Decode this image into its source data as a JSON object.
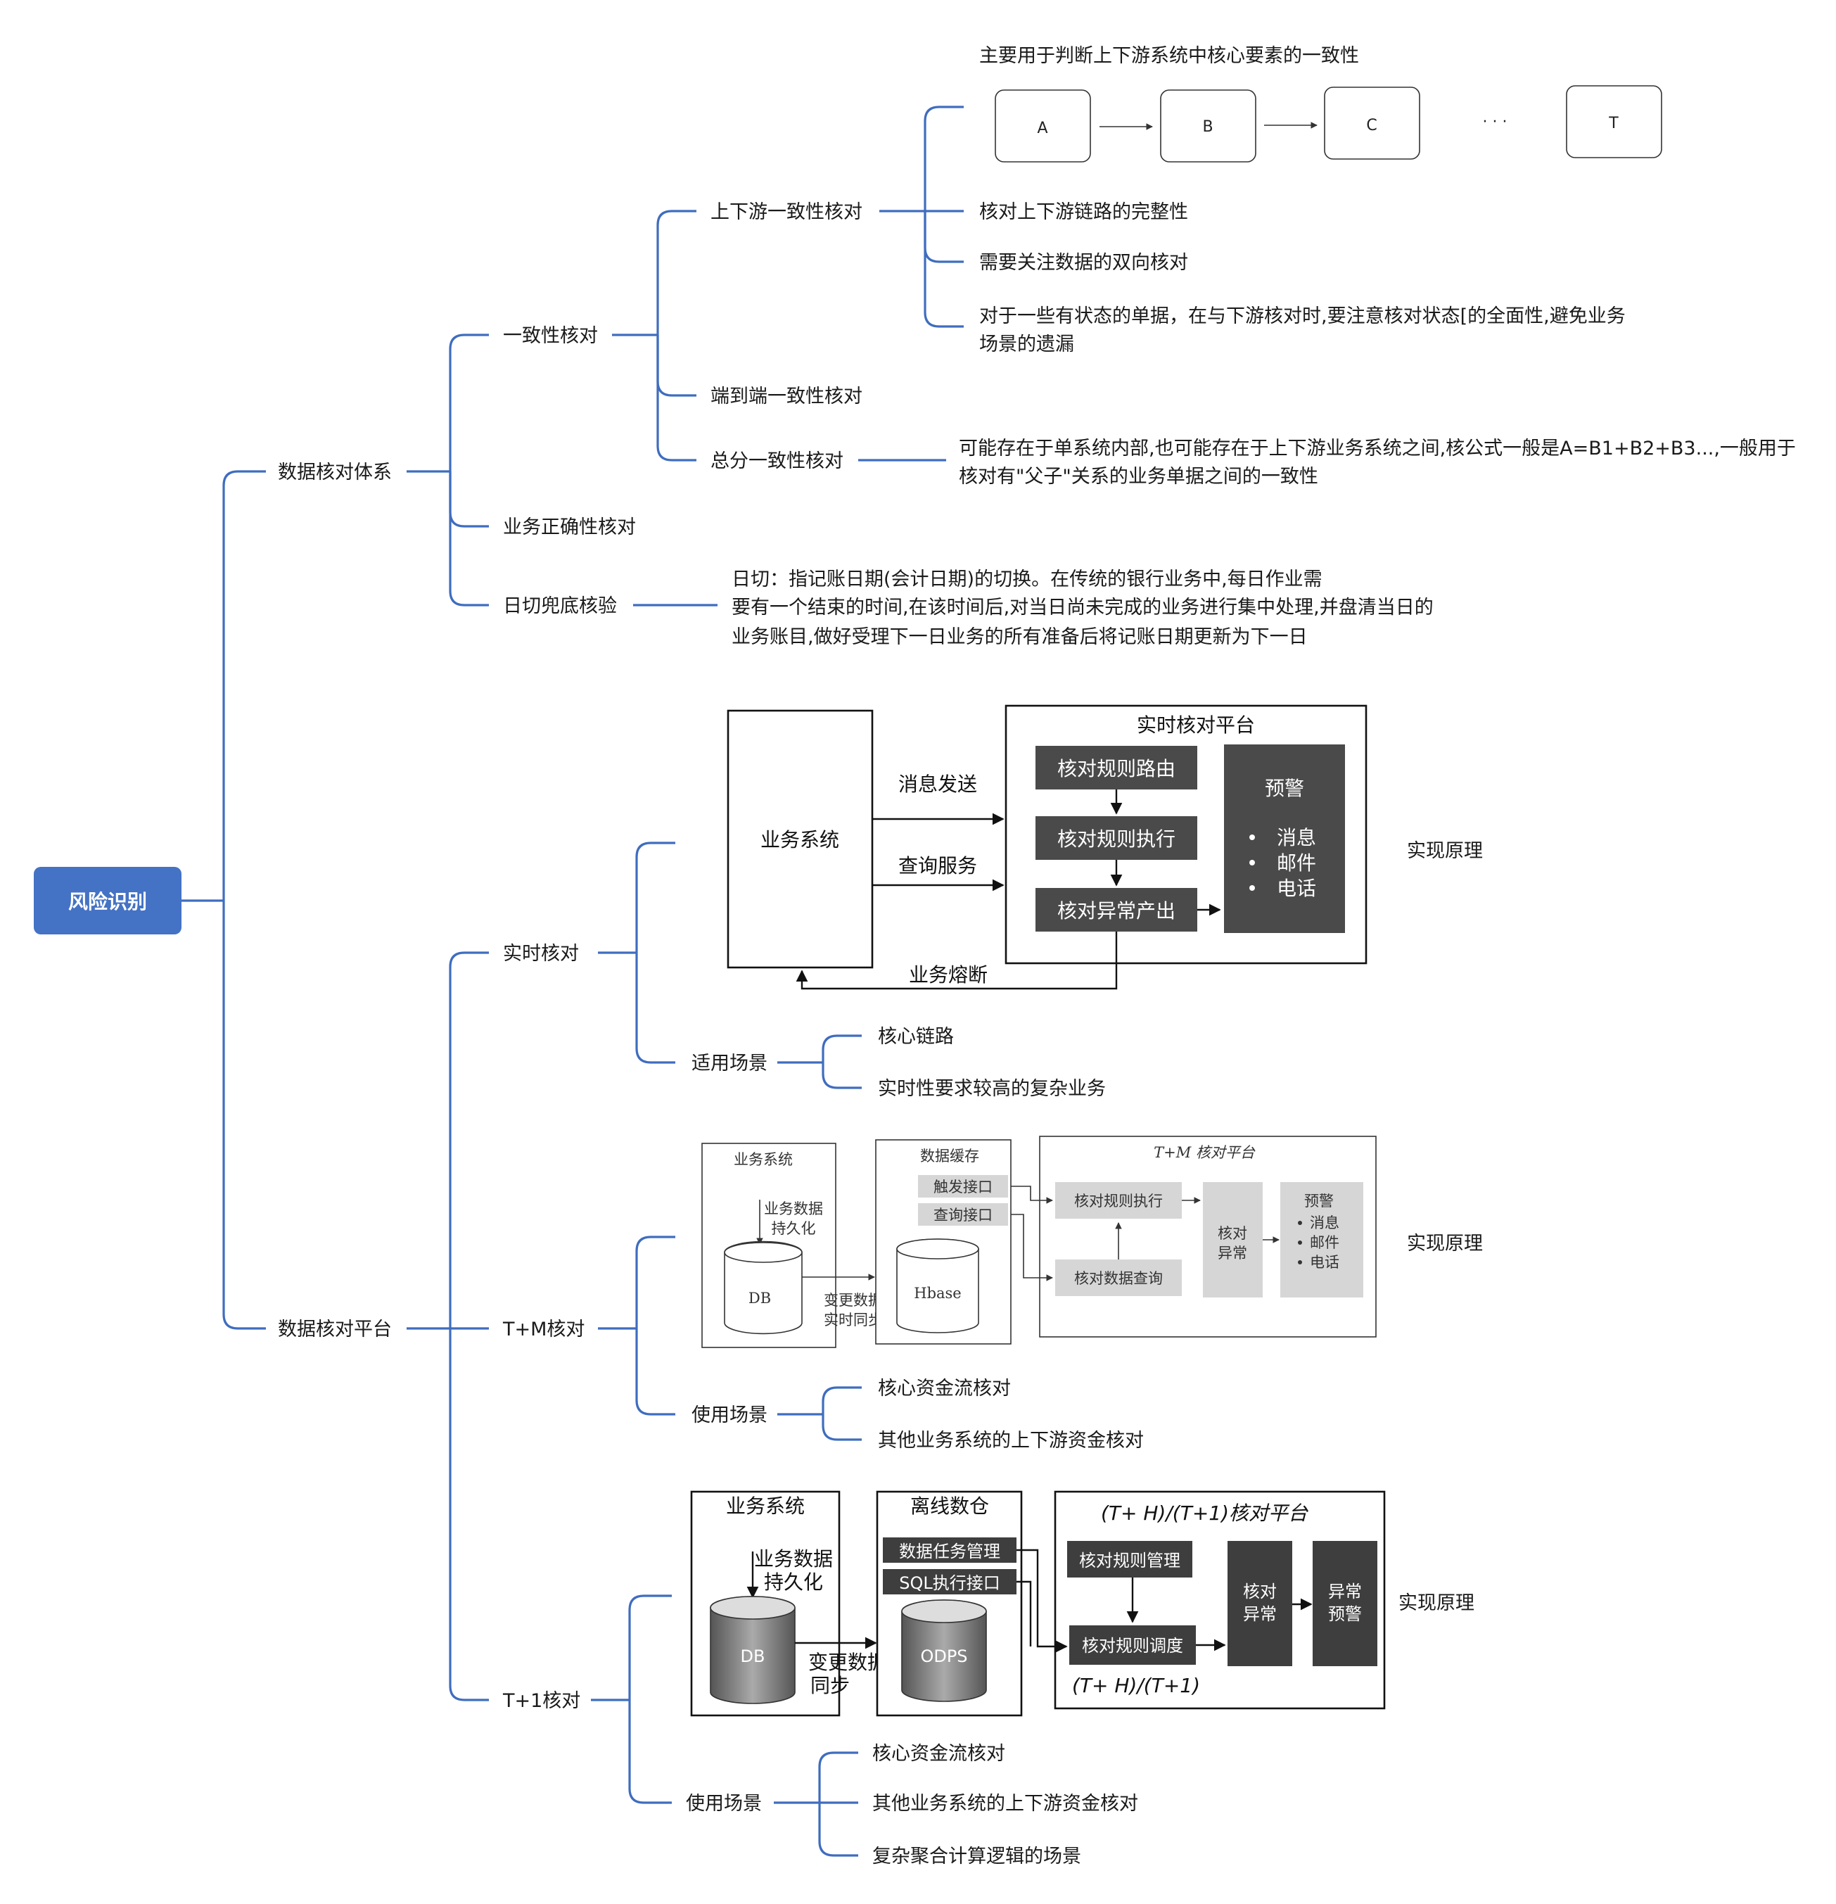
{
  "root": "风险识别",
  "level1": [
    "数据核对体系",
    "数据核对平台"
  ],
  "consistency": {
    "label": "一致性核对",
    "updown": {
      "label": "上下游一致性核对",
      "desc_title": "主要用于判断上下游系统中核心要素的一致性",
      "chain": [
        "A",
        "B",
        "C",
        "· · ·",
        "T"
      ],
      "notes": [
        "核对上下游链路的完整性",
        "需要关注数据的双向核对",
        "对于一些有状态的单据，在与下游核对时,要注意核对状态[的全面性,避免业务",
        "场景的遗漏"
      ]
    },
    "e2e": "端到端一致性核对",
    "total": {
      "label": "总分一致性核对",
      "desc": [
        "可能存在于单系统内部,也可能存在于上下游业务系统之间,核公式一般是A=B1+B2+B3...,一般用于",
        "核对有\"父子\"关系的业务单据之间的一致性"
      ]
    }
  },
  "business_check": "业务正确性核对",
  "daycut": {
    "label": "日切兜底核验",
    "desc": [
      "日切：指记账日期(会计日期)的切换。在传统的银行业务中,每日作业需",
      "要有一个结束的时间,在该时间后,对当日尚未完成的业务进行集中处理,并盘清当日的",
      "业务账目,做好受理下一日业务的所有准备后将记账日期更新为下一日"
    ]
  },
  "realtime": {
    "label": "实时核对",
    "principle": "实现原理",
    "fig": {
      "biz": "业务系统",
      "platform": "实时核对平台",
      "msg": "消息发送",
      "query": "查询服务",
      "fuse": "业务熔断",
      "route": "核对规则路由",
      "exec": "核对规则执行",
      "abnormal": "核对异常产出",
      "alert": "预警",
      "alert_items": [
        "消息",
        "邮件",
        "电话"
      ]
    },
    "scene_label": "适用场景",
    "scenes": [
      "核心链路",
      "实时性要求较高的复杂业务"
    ]
  },
  "tm": {
    "label": "T+M核对",
    "principle": "实现原理",
    "fig": {
      "biz": "业务系统",
      "persist": [
        "业务数据",
        "持久化"
      ],
      "db": "DB",
      "sync": [
        "变更数据",
        "实时同步"
      ],
      "cache": "数据缓存",
      "trigger": "触发接口",
      "query_if": "查询接口",
      "hbase": "Hbase",
      "platform": "T+M 核对平台",
      "exec": "核对规则执行",
      "dquery": "核对数据查询",
      "abn": [
        "核对",
        "异常"
      ],
      "alert": "预警",
      "alert_items": [
        "消息",
        "邮件",
        "电话"
      ]
    },
    "scene_label": "使用场景",
    "scenes": [
      "核心资金流核对",
      "其他业务系统的上下游资金核对"
    ]
  },
  "t1": {
    "label": "T+1核对",
    "principle": "实现原理",
    "fig": {
      "biz": "业务系统",
      "persist": [
        "业务数据",
        "持久化"
      ],
      "db": "DB",
      "sync": [
        "变更数据",
        "同步"
      ],
      "warehouse": "离线数仓",
      "task": "数据任务管理",
      "sql": "SQL执行接口",
      "odps": "ODPS",
      "platform": "(T+ H)/(T+1)核对平台",
      "rule_mgmt": "核对规则管理",
      "rule_sched": "核对规则调度",
      "period": "(T+ H)/(T+1)",
      "abn": [
        "核对",
        "异常"
      ],
      "alert": [
        "异常",
        "预警"
      ]
    },
    "scene_label": "使用场景",
    "scenes": [
      "核心资金流核对",
      "其他业务系统的上下游资金核对",
      "复杂聚合计算逻辑的场景"
    ]
  },
  "colors": {
    "branch": "#3f6dbf",
    "root_fill": "#4472c4",
    "dark": "#4a4a4a",
    "light": "#d6d6d6"
  }
}
